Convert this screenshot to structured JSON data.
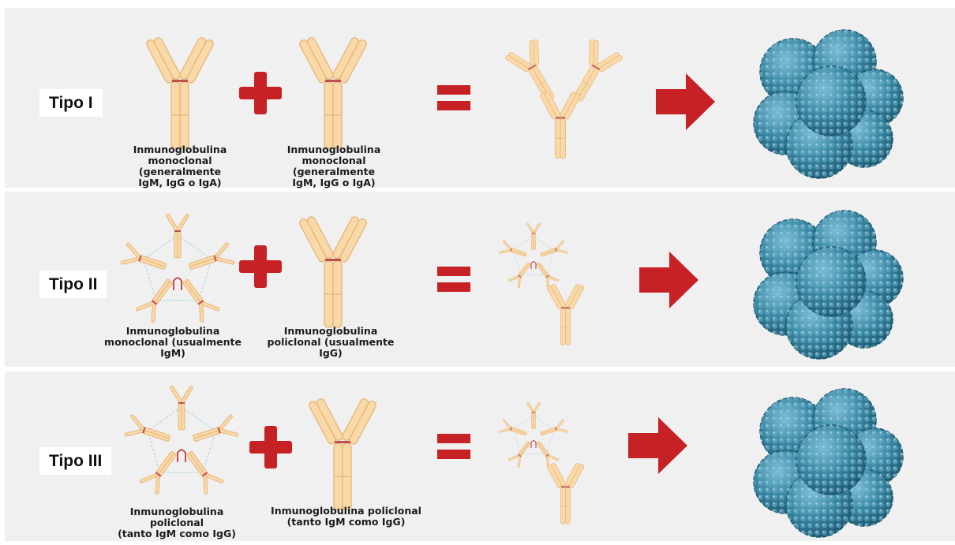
{
  "colors": {
    "panel": "#f0f0f0",
    "plus_equals_arrow": "#c62226",
    "antibody_fill": "#f9d9a8",
    "antibody_stroke": "#e9b978",
    "hinge": "#c0504d",
    "complex": "#3f8aa5"
  },
  "rows": [
    {
      "label": "Tipo I",
      "caption_left": [
        "Inmunoglobulina",
        "monoclonal (generalmente",
        "IgM, IgG o IgA)"
      ],
      "caption_right": [
        "Inmunoglobulina",
        "monoclonal (generalmente",
        "IgM, IgG o IgA)"
      ]
    },
    {
      "label": "Tipo II",
      "caption_left": [
        "Inmunoglobulina",
        "monoclonal (usualmente",
        "IgM)"
      ],
      "caption_right": [
        "Inmunoglobulina",
        "policlonal (usualmente",
        "IgG)"
      ]
    },
    {
      "label": "Tipo III",
      "caption_left": [
        "Inmunoglobulina policlonal",
        "(tanto IgM como IgG)"
      ],
      "caption_right": [
        "Inmunoglobulina policlonal",
        "(tanto IgM como IgG)"
      ]
    }
  ],
  "icons": [
    "plus-icon",
    "equals-icon",
    "arrow-right-icon",
    "igg-antibody-icon",
    "igm-pentamer-icon",
    "immune-complex-icon"
  ]
}
